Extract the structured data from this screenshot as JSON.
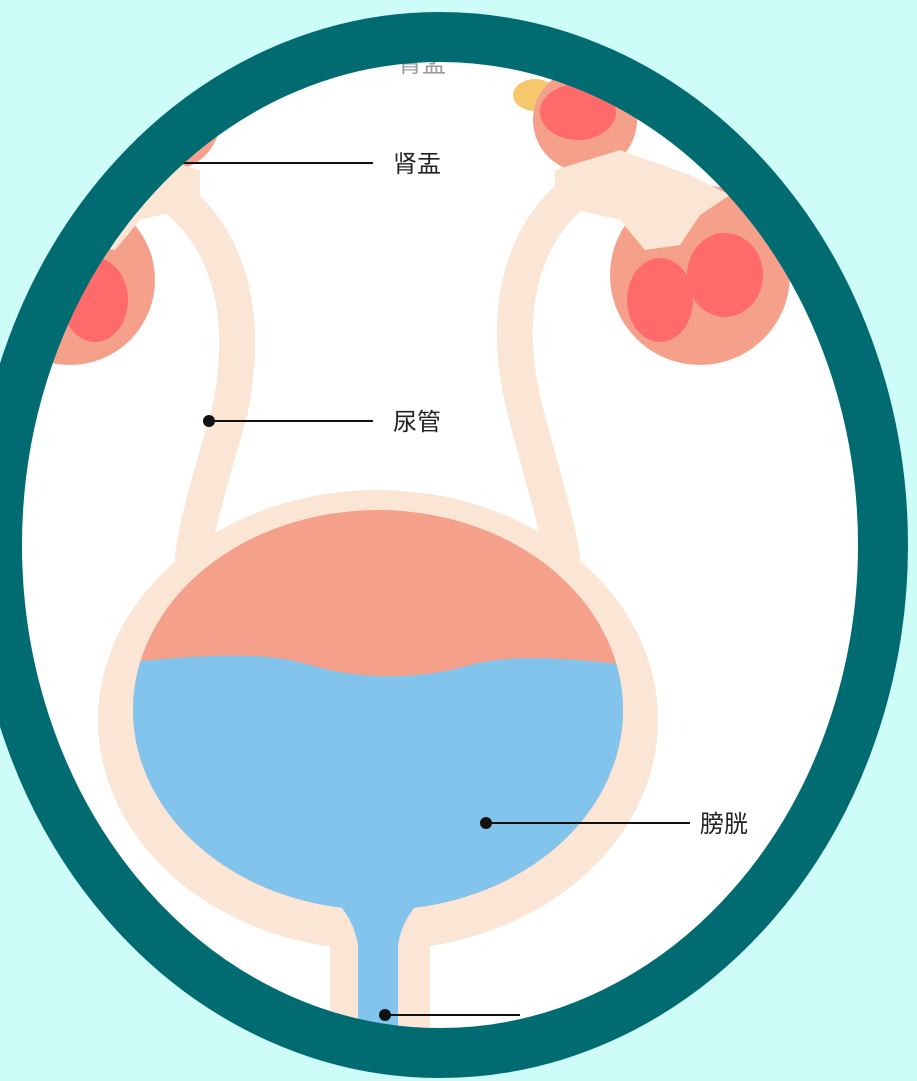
{
  "labels": {
    "top_partial": "肾盂",
    "renal_pelvis": "肾盂",
    "ureter": "尿管",
    "bladder": "膀胱"
  },
  "colors": {
    "background": "#cefcf9",
    "frame_ring": "#006b70",
    "canvas": "#ffffff",
    "tube": "#fbe6d6",
    "kidney_outer": "#f5a08a",
    "kidney_inner": "#ff6b6b",
    "bladder_top": "#f5a08a",
    "bladder_fluid": "#82c4ec",
    "leader": "#111111"
  }
}
